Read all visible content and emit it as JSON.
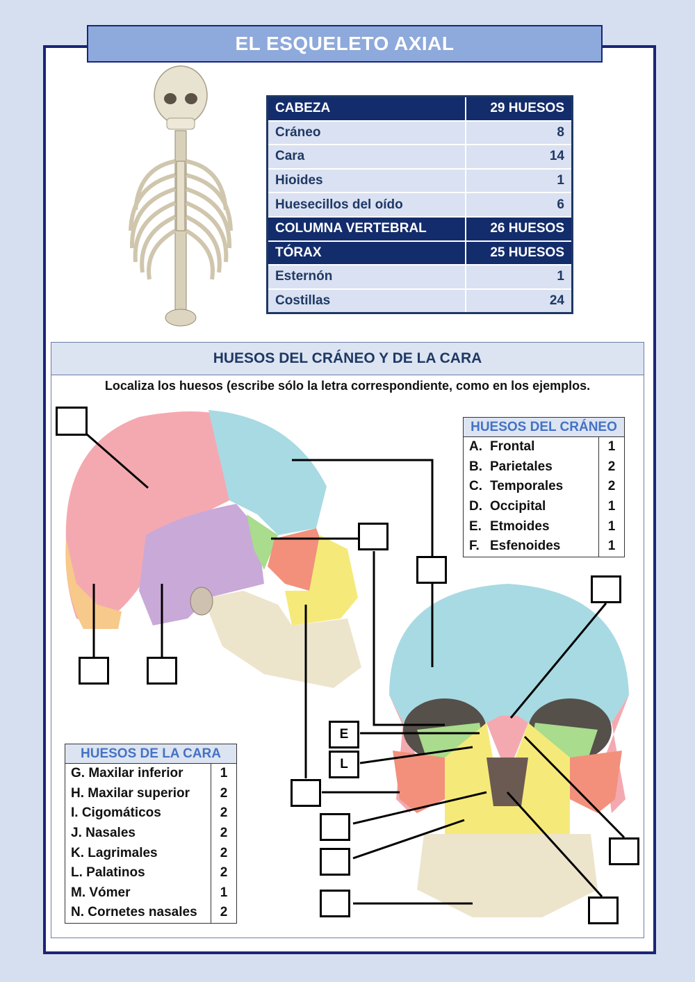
{
  "title": "EL ESQUELETO AXIAL",
  "summary": {
    "rows": [
      {
        "label": "CABEZA",
        "value": "29 HUESOS",
        "header": true
      },
      {
        "label": "Cráneo",
        "value": "8",
        "header": false
      },
      {
        "label": "Cara",
        "value": "14",
        "header": false
      },
      {
        "label": "Hioides",
        "value": "1",
        "header": false
      },
      {
        "label": "Huesecillos del oído",
        "value": "6",
        "header": false
      },
      {
        "label": "COLUMNA VERTEBRAL",
        "value": "26 HUESOS",
        "header": true
      },
      {
        "label": "TÓRAX",
        "value": "25 HUESOS",
        "header": true
      },
      {
        "label": "Esternón",
        "value": "1",
        "header": false
      },
      {
        "label": "Costillas",
        "value": "24",
        "header": false
      }
    ]
  },
  "section": {
    "title": "HUESOS DEL CRÁNEO Y DE LA CARA",
    "instructions": "Localiza los huesos (escribe sólo la letra correspondiente, como en los ejemplos."
  },
  "cranium_legend": {
    "title": "HUESOS DEL CRÁNEO",
    "items": [
      {
        "letter": "A.",
        "name": "Frontal",
        "count": "1"
      },
      {
        "letter": "B.",
        "name": "Parietales",
        "count": "2"
      },
      {
        "letter": "C.",
        "name": "Temporales",
        "count": "2"
      },
      {
        "letter": "D.",
        "name": "Occipital",
        "count": "1"
      },
      {
        "letter": "E.",
        "name": "Etmoides",
        "count": "1"
      },
      {
        "letter": "F.",
        "name": "Esfenoides",
        "count": "1"
      }
    ]
  },
  "face_legend": {
    "title": "HUESOS DE LA CARA",
    "items": [
      {
        "name": "G. Maxilar inferior",
        "count": "1"
      },
      {
        "name": "H. Maxilar superior",
        "count": "2"
      },
      {
        "name": "I. Cigomáticos",
        "count": "2"
      },
      {
        "name": "J. Nasales",
        "count": "2"
      },
      {
        "name": "K. Lagrimales",
        "count": "2"
      },
      {
        "name": "L. Palatinos",
        "count": "2"
      },
      {
        "name": "M. Vómer",
        "count": "1"
      },
      {
        "name": "N. Cornetes nasales",
        "count": "2"
      }
    ]
  },
  "answer_examples": {
    "etmoides": "E",
    "palatinos": "L"
  },
  "colors": {
    "frame": "#1a2577",
    "title_bg": "#8ea9db",
    "table_header": "#132c6b",
    "table_row": "#d9e1f2",
    "legend_title": "#4472c4"
  }
}
